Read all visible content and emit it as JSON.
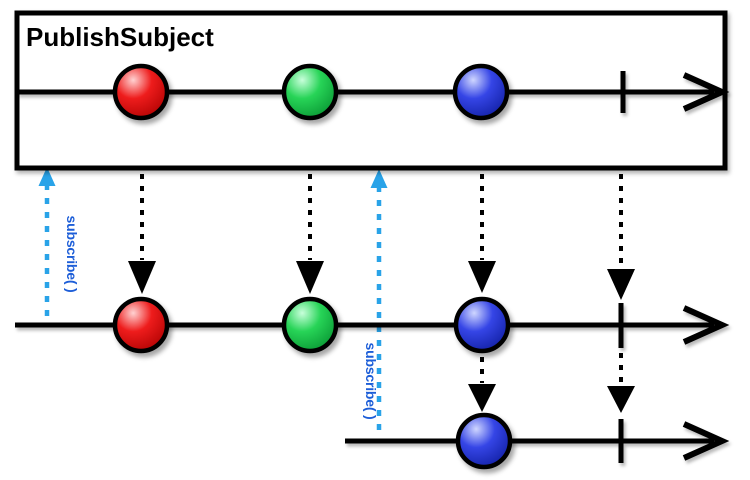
{
  "diagram": {
    "title": "PublishSubject",
    "type": "marble-diagram",
    "colors": {
      "line": "#000000",
      "subscribe_arrow": "#29a3e8",
      "subscribe_text": "#1d5ed8",
      "red": {
        "highlight": "#ffd2d2",
        "base": "#ee1c1c",
        "dark": "#ad0000"
      },
      "green": {
        "highlight": "#c8ffdb",
        "base": "#27d457",
        "dark": "#069230"
      },
      "blue": {
        "highlight": "#cfd6ff",
        "base": "#3545e6",
        "dark": "#0e1c9e"
      }
    },
    "source": {
      "label": "PublishSubject",
      "events": [
        {
          "type": "next",
          "color": "red"
        },
        {
          "type": "next",
          "color": "green"
        },
        {
          "type": "next",
          "color": "blue"
        },
        {
          "type": "complete"
        }
      ]
    },
    "subscribers": [
      {
        "label": "subscribe( )",
        "receives": [
          {
            "type": "next",
            "color": "red"
          },
          {
            "type": "next",
            "color": "green"
          },
          {
            "type": "next",
            "color": "blue"
          },
          {
            "type": "complete"
          }
        ]
      },
      {
        "label": "subscribe( )",
        "receives": [
          {
            "type": "next",
            "color": "blue"
          },
          {
            "type": "complete"
          }
        ]
      }
    ]
  }
}
